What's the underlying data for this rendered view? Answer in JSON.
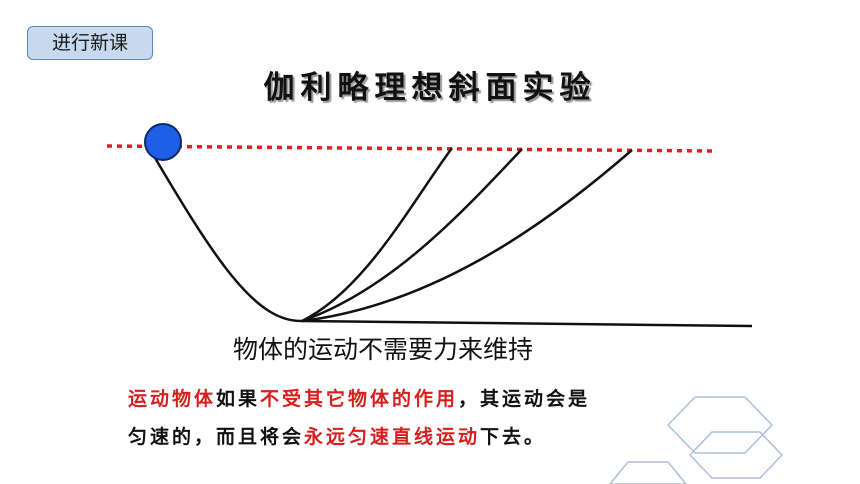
{
  "badge": {
    "label": "进行新课"
  },
  "title": "伽利略理想斜面实验",
  "caption": "物体的运动不需要力来维持",
  "statement": {
    "line1": [
      {
        "text": "运动物体",
        "emphasis": true
      },
      {
        "text": "如果",
        "emphasis": false
      },
      {
        "text": "不受其它物体的作用",
        "emphasis": true
      },
      {
        "text": "，其运动会是",
        "emphasis": false
      }
    ],
    "line2": [
      {
        "text": "匀速的，而且将会",
        "emphasis": false
      },
      {
        "text": "永远匀速直线运动",
        "emphasis": true
      },
      {
        "text": "下去。",
        "emphasis": false
      }
    ]
  },
  "colors": {
    "ball": "#1f5fe6",
    "reference_line": "#e02020",
    "emphasis_text": "#d81e1e",
    "badge_bg": "#c7d9ee",
    "hexagon_stroke": "#aebfdb"
  }
}
